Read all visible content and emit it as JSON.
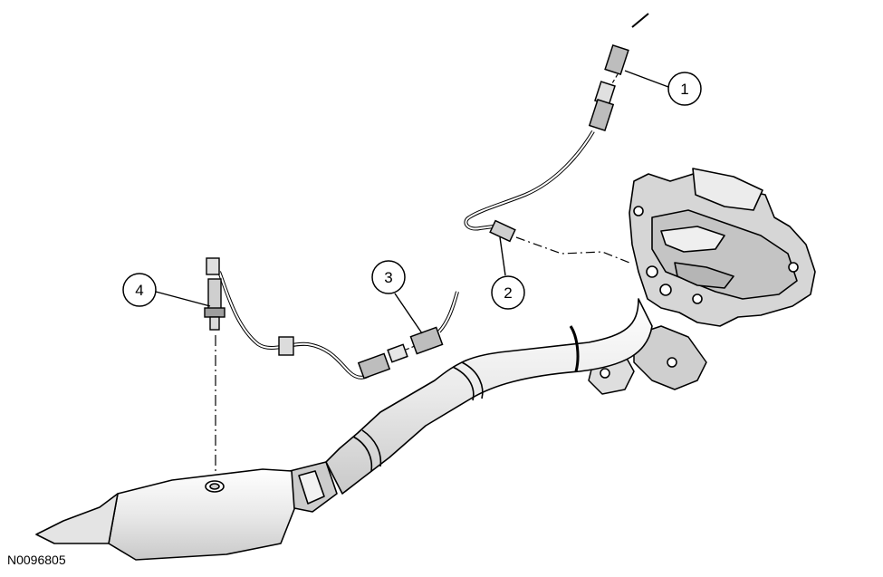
{
  "figure_id": "N0096805",
  "callouts": [
    {
      "label": "1"
    },
    {
      "label": "2"
    },
    {
      "label": "3"
    },
    {
      "label": "4"
    }
  ]
}
